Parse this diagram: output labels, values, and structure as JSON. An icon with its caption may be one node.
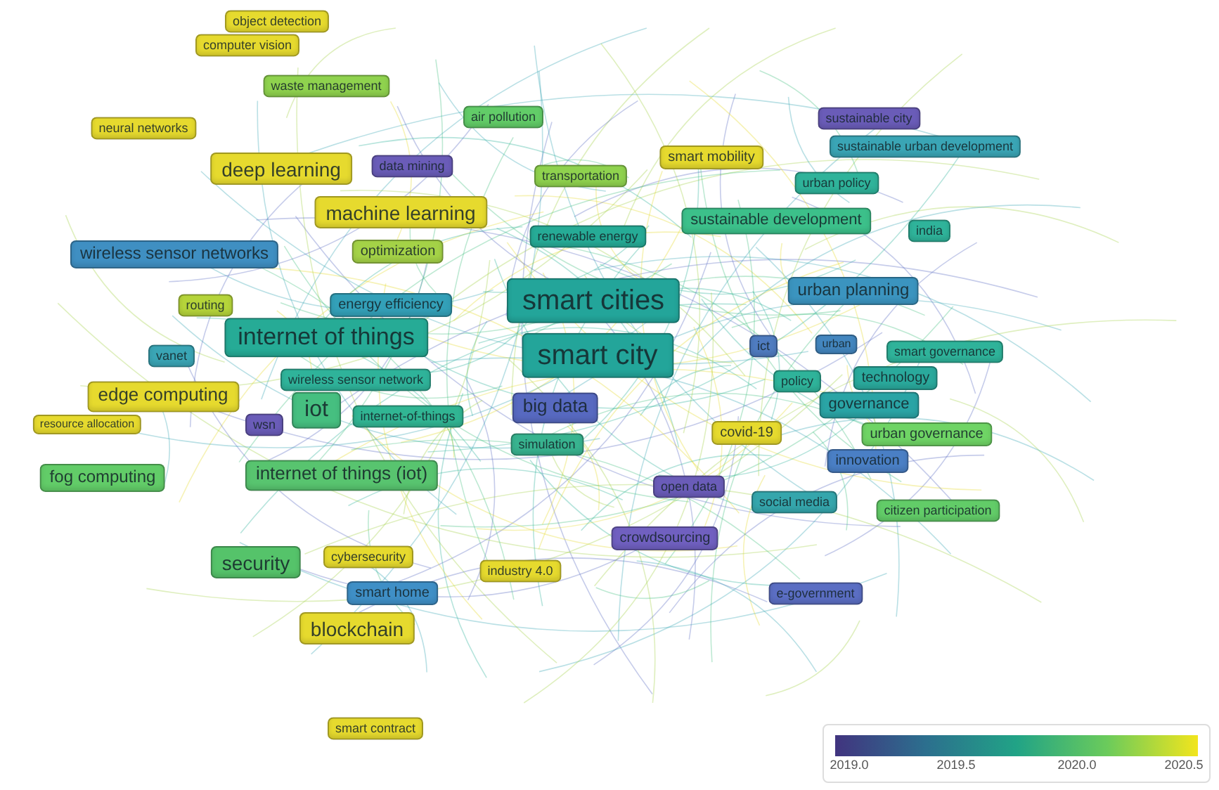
{
  "diagram": {
    "nodes": [
      {
        "text": [
          "object detection"
        ]
      },
      {
        "text": [
          "computer vision"
        ]
      },
      {
        "text": [
          "waste management"
        ]
      },
      {
        "text": [
          "air pollution"
        ]
      },
      {
        "text": [
          "neural networks"
        ]
      },
      {
        "text": [
          "deep learning"
        ]
      },
      {
        "text": [
          "data mining"
        ]
      },
      {
        "text": [
          "transportation"
        ]
      },
      {
        "text": [
          "smart mobility"
        ]
      },
      {
        "text": [
          "sustainable city"
        ]
      },
      {
        "text": [
          "sustainable urban development"
        ]
      },
      {
        "text": [
          "urban policy"
        ]
      },
      {
        "text": [
          "machine learning"
        ]
      },
      {
        "text": [
          "renewable energy"
        ]
      },
      {
        "text": [
          "sustainable development"
        ]
      },
      {
        "text": [
          "india"
        ]
      },
      {
        "text": [
          "wireless sensor networks"
        ]
      },
      {
        "text": [
          "optimization"
        ]
      },
      {
        "text": [
          "smart cities"
        ]
      },
      {
        "text": [
          "urban planning"
        ]
      },
      {
        "text": [
          "routing"
        ]
      },
      {
        "text": [
          "energy efficiency"
        ]
      },
      {
        "text": [
          "internet of things"
        ]
      },
      {
        "text": [
          "smart city"
        ]
      },
      {
        "text": [
          "vanet"
        ]
      },
      {
        "text": [
          "ict"
        ]
      },
      {
        "text": [
          "urban"
        ]
      },
      {
        "text": [
          "smart governance"
        ]
      },
      {
        "text": [
          "wireless sensor network"
        ]
      },
      {
        "text": [
          "policy"
        ]
      },
      {
        "text": [
          "technology"
        ]
      },
      {
        "text": [
          "edge computing"
        ]
      },
      {
        "text": [
          "iot"
        ]
      },
      {
        "text": [
          "internet-of-things"
        ]
      },
      {
        "text": [
          "big data"
        ]
      },
      {
        "text": [
          "governance"
        ]
      },
      {
        "text": [
          "resource allocation"
        ]
      },
      {
        "text": [
          "wsn"
        ]
      },
      {
        "text": [
          "covid-19"
        ]
      },
      {
        "text": [
          "urban governance"
        ]
      },
      {
        "text": [
          "simulation"
        ]
      },
      {
        "text": [
          "fog computing"
        ]
      },
      {
        "text": [
          "internet of things (iot)"
        ]
      },
      {
        "text": [
          "innovation"
        ]
      },
      {
        "text": [
          "open data"
        ]
      },
      {
        "text": [
          "social media"
        ]
      },
      {
        "text": [
          "citizen participation"
        ]
      },
      {
        "text": [
          "crowdsourcing"
        ]
      },
      {
        "text": [
          "security"
        ]
      },
      {
        "text": [
          "cybersecurity"
        ]
      },
      {
        "text": [
          "industry 4.0"
        ]
      },
      {
        "text": [
          "smart home"
        ]
      },
      {
        "text": [
          "blockchain"
        ]
      },
      {
        "text": [
          "e-government"
        ]
      },
      {
        "text": [
          "smart contract"
        ]
      }
    ],
    "labels": [
      "2019.0",
      "2019.5",
      "2020.0",
      "2020.5"
    ]
  }
}
